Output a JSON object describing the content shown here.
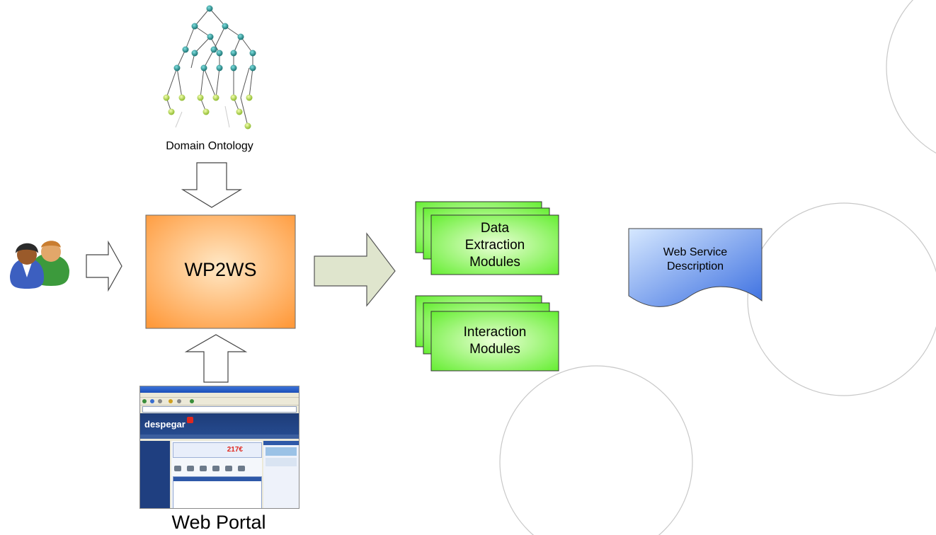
{
  "diagram": {
    "labels": {
      "domain_ontology": "Domain Ontology",
      "wp2ws": "WP2WS",
      "web_portal": "Web Portal",
      "data_extraction": "Data Extraction Modules",
      "interaction": "Interaction Modules",
      "web_service_description": "Web Service Description"
    },
    "portal_screenshot": {
      "brand": "despegar",
      "price": "217€"
    },
    "colors": {
      "wp2ws_fill_center": "#ffe8c6",
      "wp2ws_fill_edge": "#ff9a3c",
      "module_fill_center": "#eaffd6",
      "module_fill_edge": "#66ee33",
      "wsd_fill_light": "#d6e8ff",
      "wsd_fill_dark": "#3a6ee0",
      "arrow_fill": "#dfe5cd",
      "node_teal": "#1f8f8f",
      "node_lime": "#a6d43a",
      "deco_circle": "#c8c8c8"
    },
    "icons": [
      "tree-icon",
      "users-icon"
    ]
  }
}
